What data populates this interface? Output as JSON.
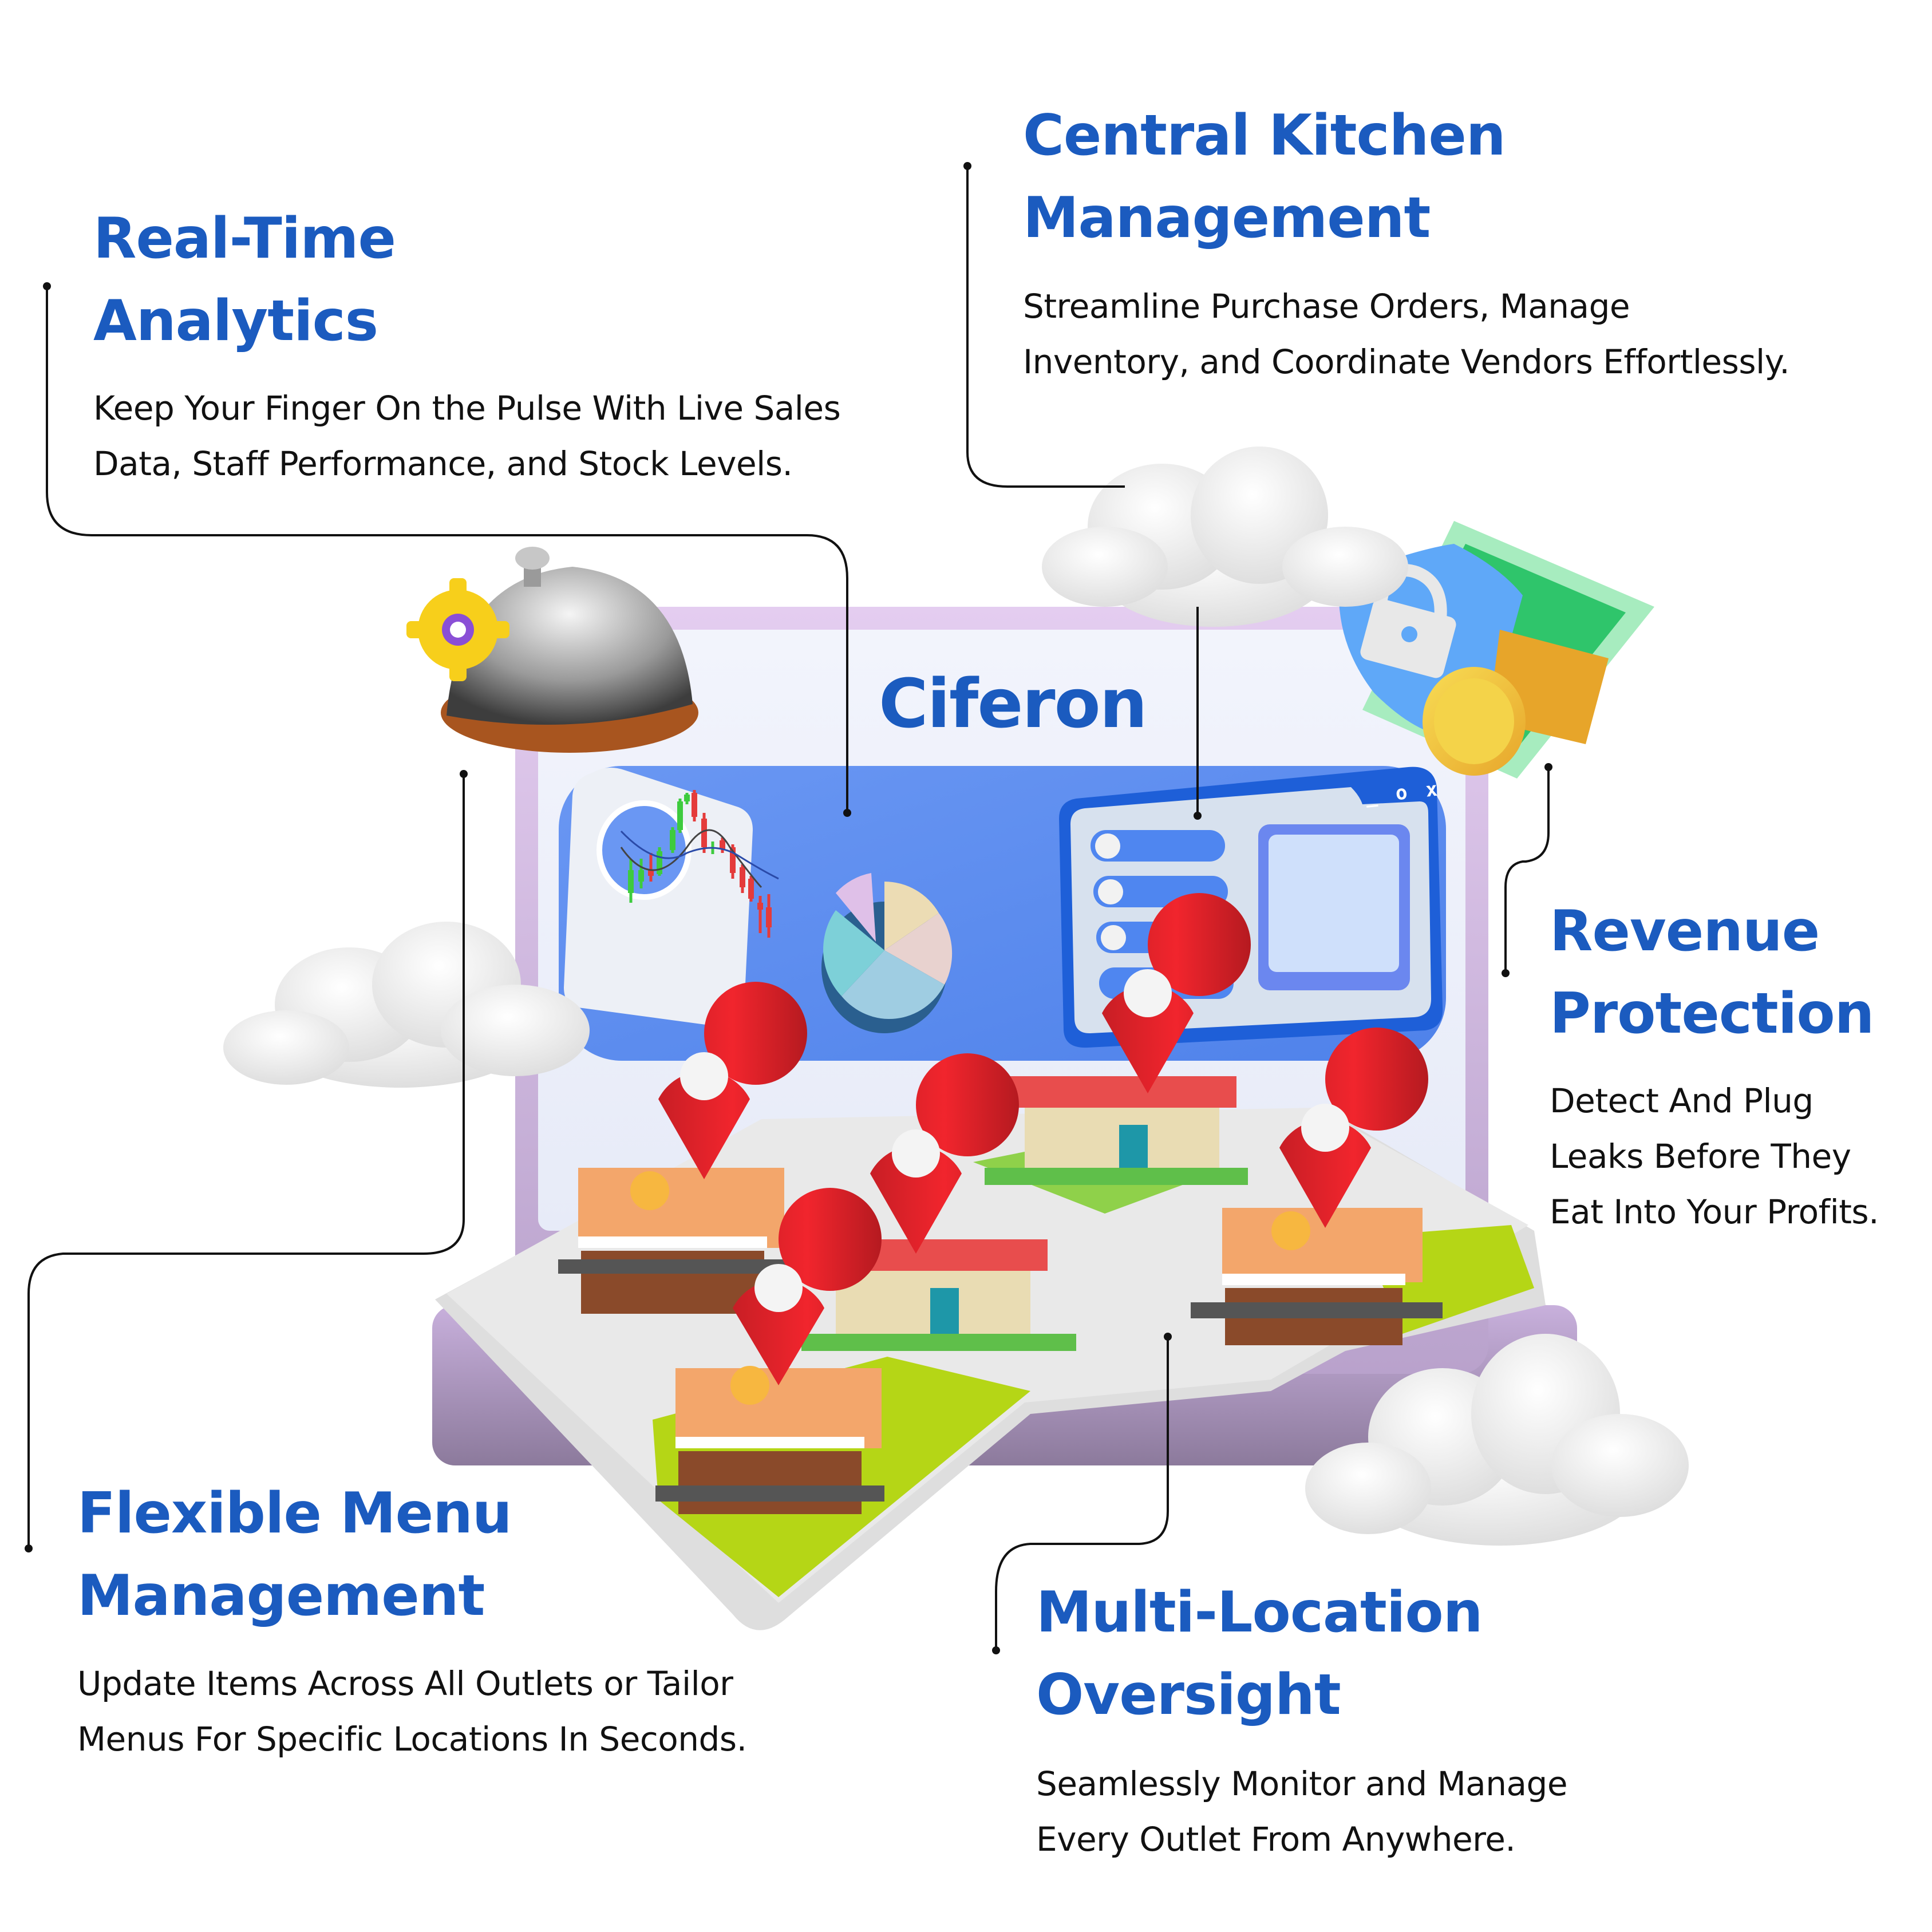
{
  "brand": {
    "logo_text": "Ciferon",
    "accent_color": "#1b5bbf"
  },
  "features": [
    {
      "id": "real-time-analytics",
      "title_lines": [
        "Real-Time",
        "Analytics"
      ],
      "description_lines": [
        "Keep Your Finger On the Pulse With Live Sales",
        "Data, Staff Performance, and Stock Levels."
      ]
    },
    {
      "id": "central-kitchen-management",
      "title_lines": [
        "Central Kitchen",
        "Management"
      ],
      "description_lines": [
        "Streamline Purchase Orders, Manage",
        "Inventory, and Coordinate Vendors Effortlessly."
      ]
    },
    {
      "id": "revenue-protection",
      "title_lines": [
        "Revenue",
        "Protection"
      ],
      "description_lines": [
        "Detect And Plug",
        "Leaks Before They",
        "Eat Into Your Profits."
      ]
    },
    {
      "id": "flexible-menu-management",
      "title_lines": [
        "Flexible Menu",
        "Management"
      ],
      "description_lines": [
        "Update Items Across All Outlets or Tailor",
        "Menus For Specific Locations In Seconds."
      ]
    },
    {
      "id": "multi-location-oversight",
      "title_lines": [
        "Multi-Location",
        "Oversight"
      ],
      "description_lines": [
        "Seamlessly Monitor and Manage",
        "Every Outlet From Anywhere."
      ]
    }
  ],
  "screen": {
    "window_controls": "_ o x"
  },
  "icons": {
    "cloche": "cloche-icon",
    "gear": "gear-icon",
    "shield_lock": "shield-lock-icon",
    "cash": "cash-icon",
    "coins": "coins-icon",
    "location_pin": "location-pin-icon",
    "restaurant": "restaurant-icon",
    "cloud": "cloud-icon"
  }
}
